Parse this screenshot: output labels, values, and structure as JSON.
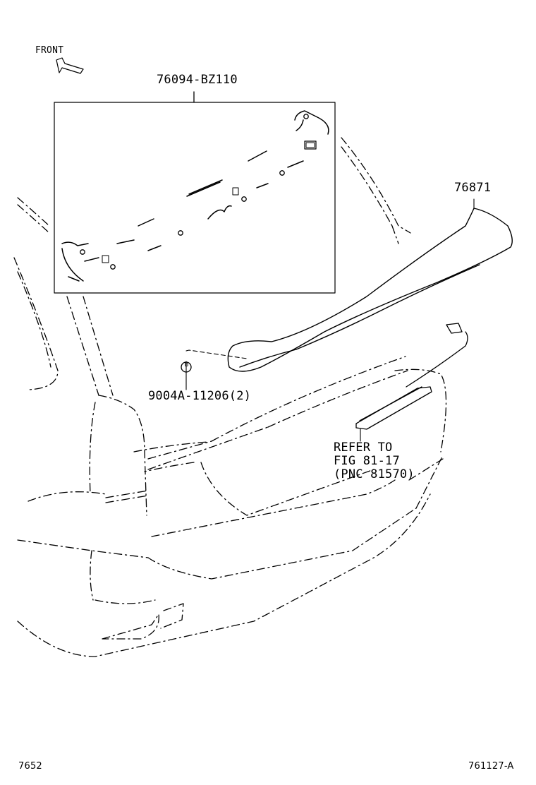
{
  "orientation": {
    "label": "FRONT",
    "icon": "front-arrow-icon"
  },
  "callouts": {
    "molding_set": "76094-BZ110",
    "spoiler": "76871",
    "clip": "9004A-11206(2)",
    "clip_marker": "B",
    "stop_lamp_ref": [
      "REFER TO",
      "FIG 81-17",
      "(PNC 81570)"
    ]
  },
  "footer": {
    "page_ref": "7652",
    "figure_id": "761127-A"
  }
}
